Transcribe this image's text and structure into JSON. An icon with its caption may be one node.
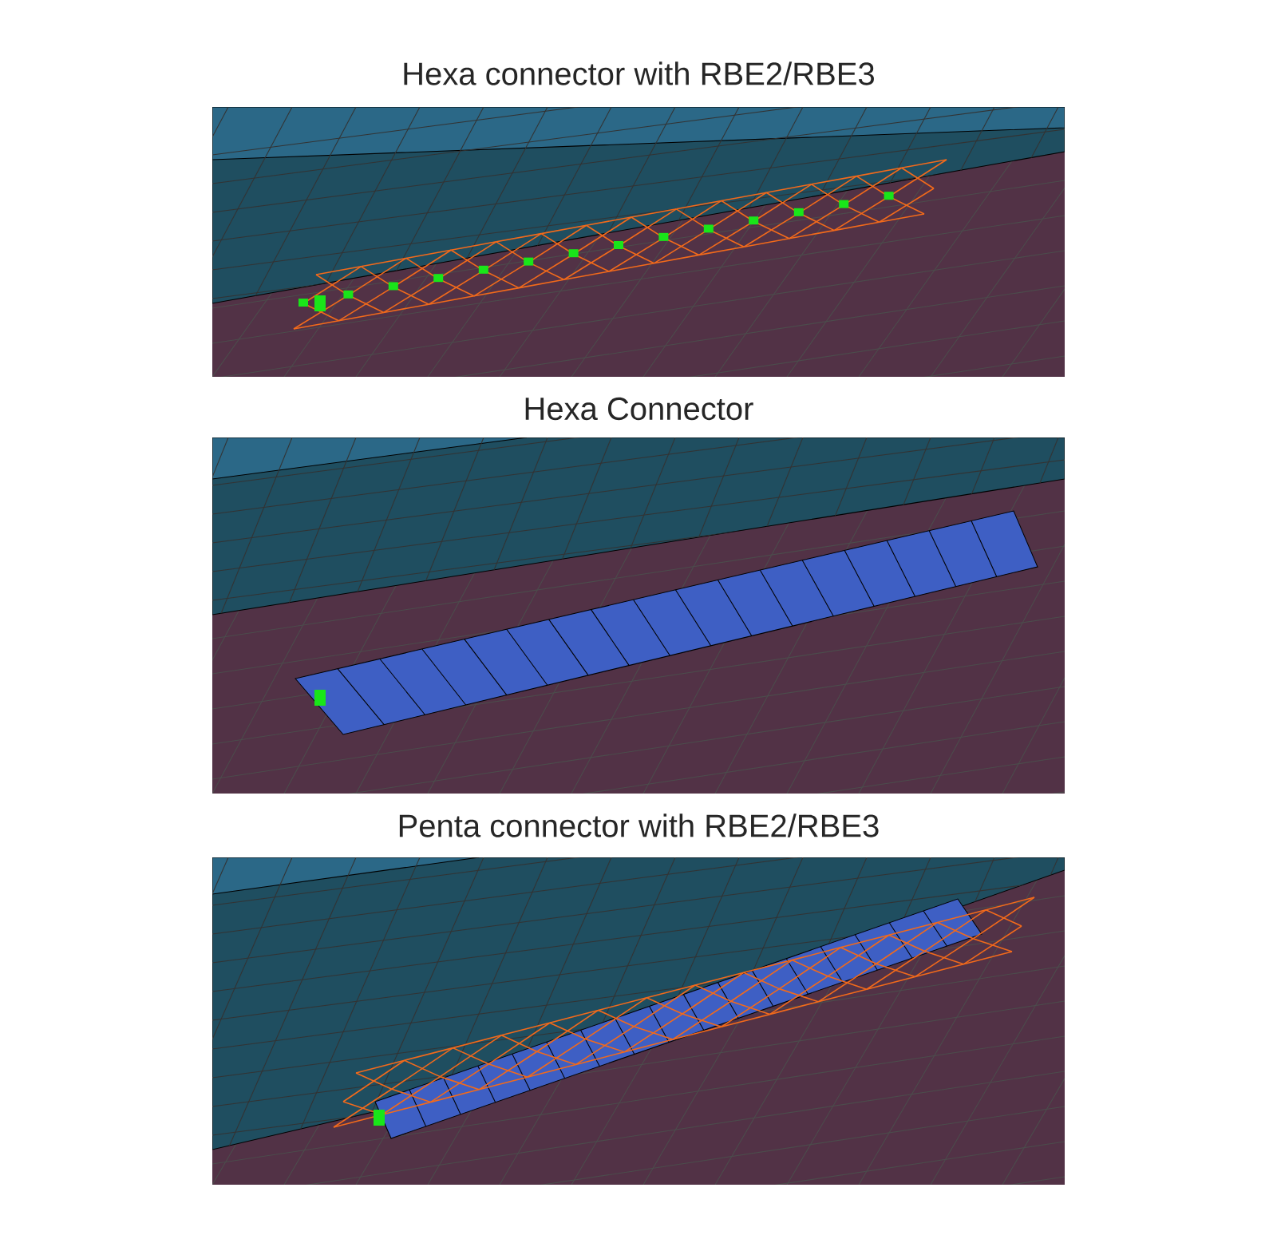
{
  "diagram": {
    "labels": [
      "Hexa connector with RBE2/RBE3",
      "Hexa Connector",
      "Penta connector with RBE2/RBE3"
    ]
  }
}
